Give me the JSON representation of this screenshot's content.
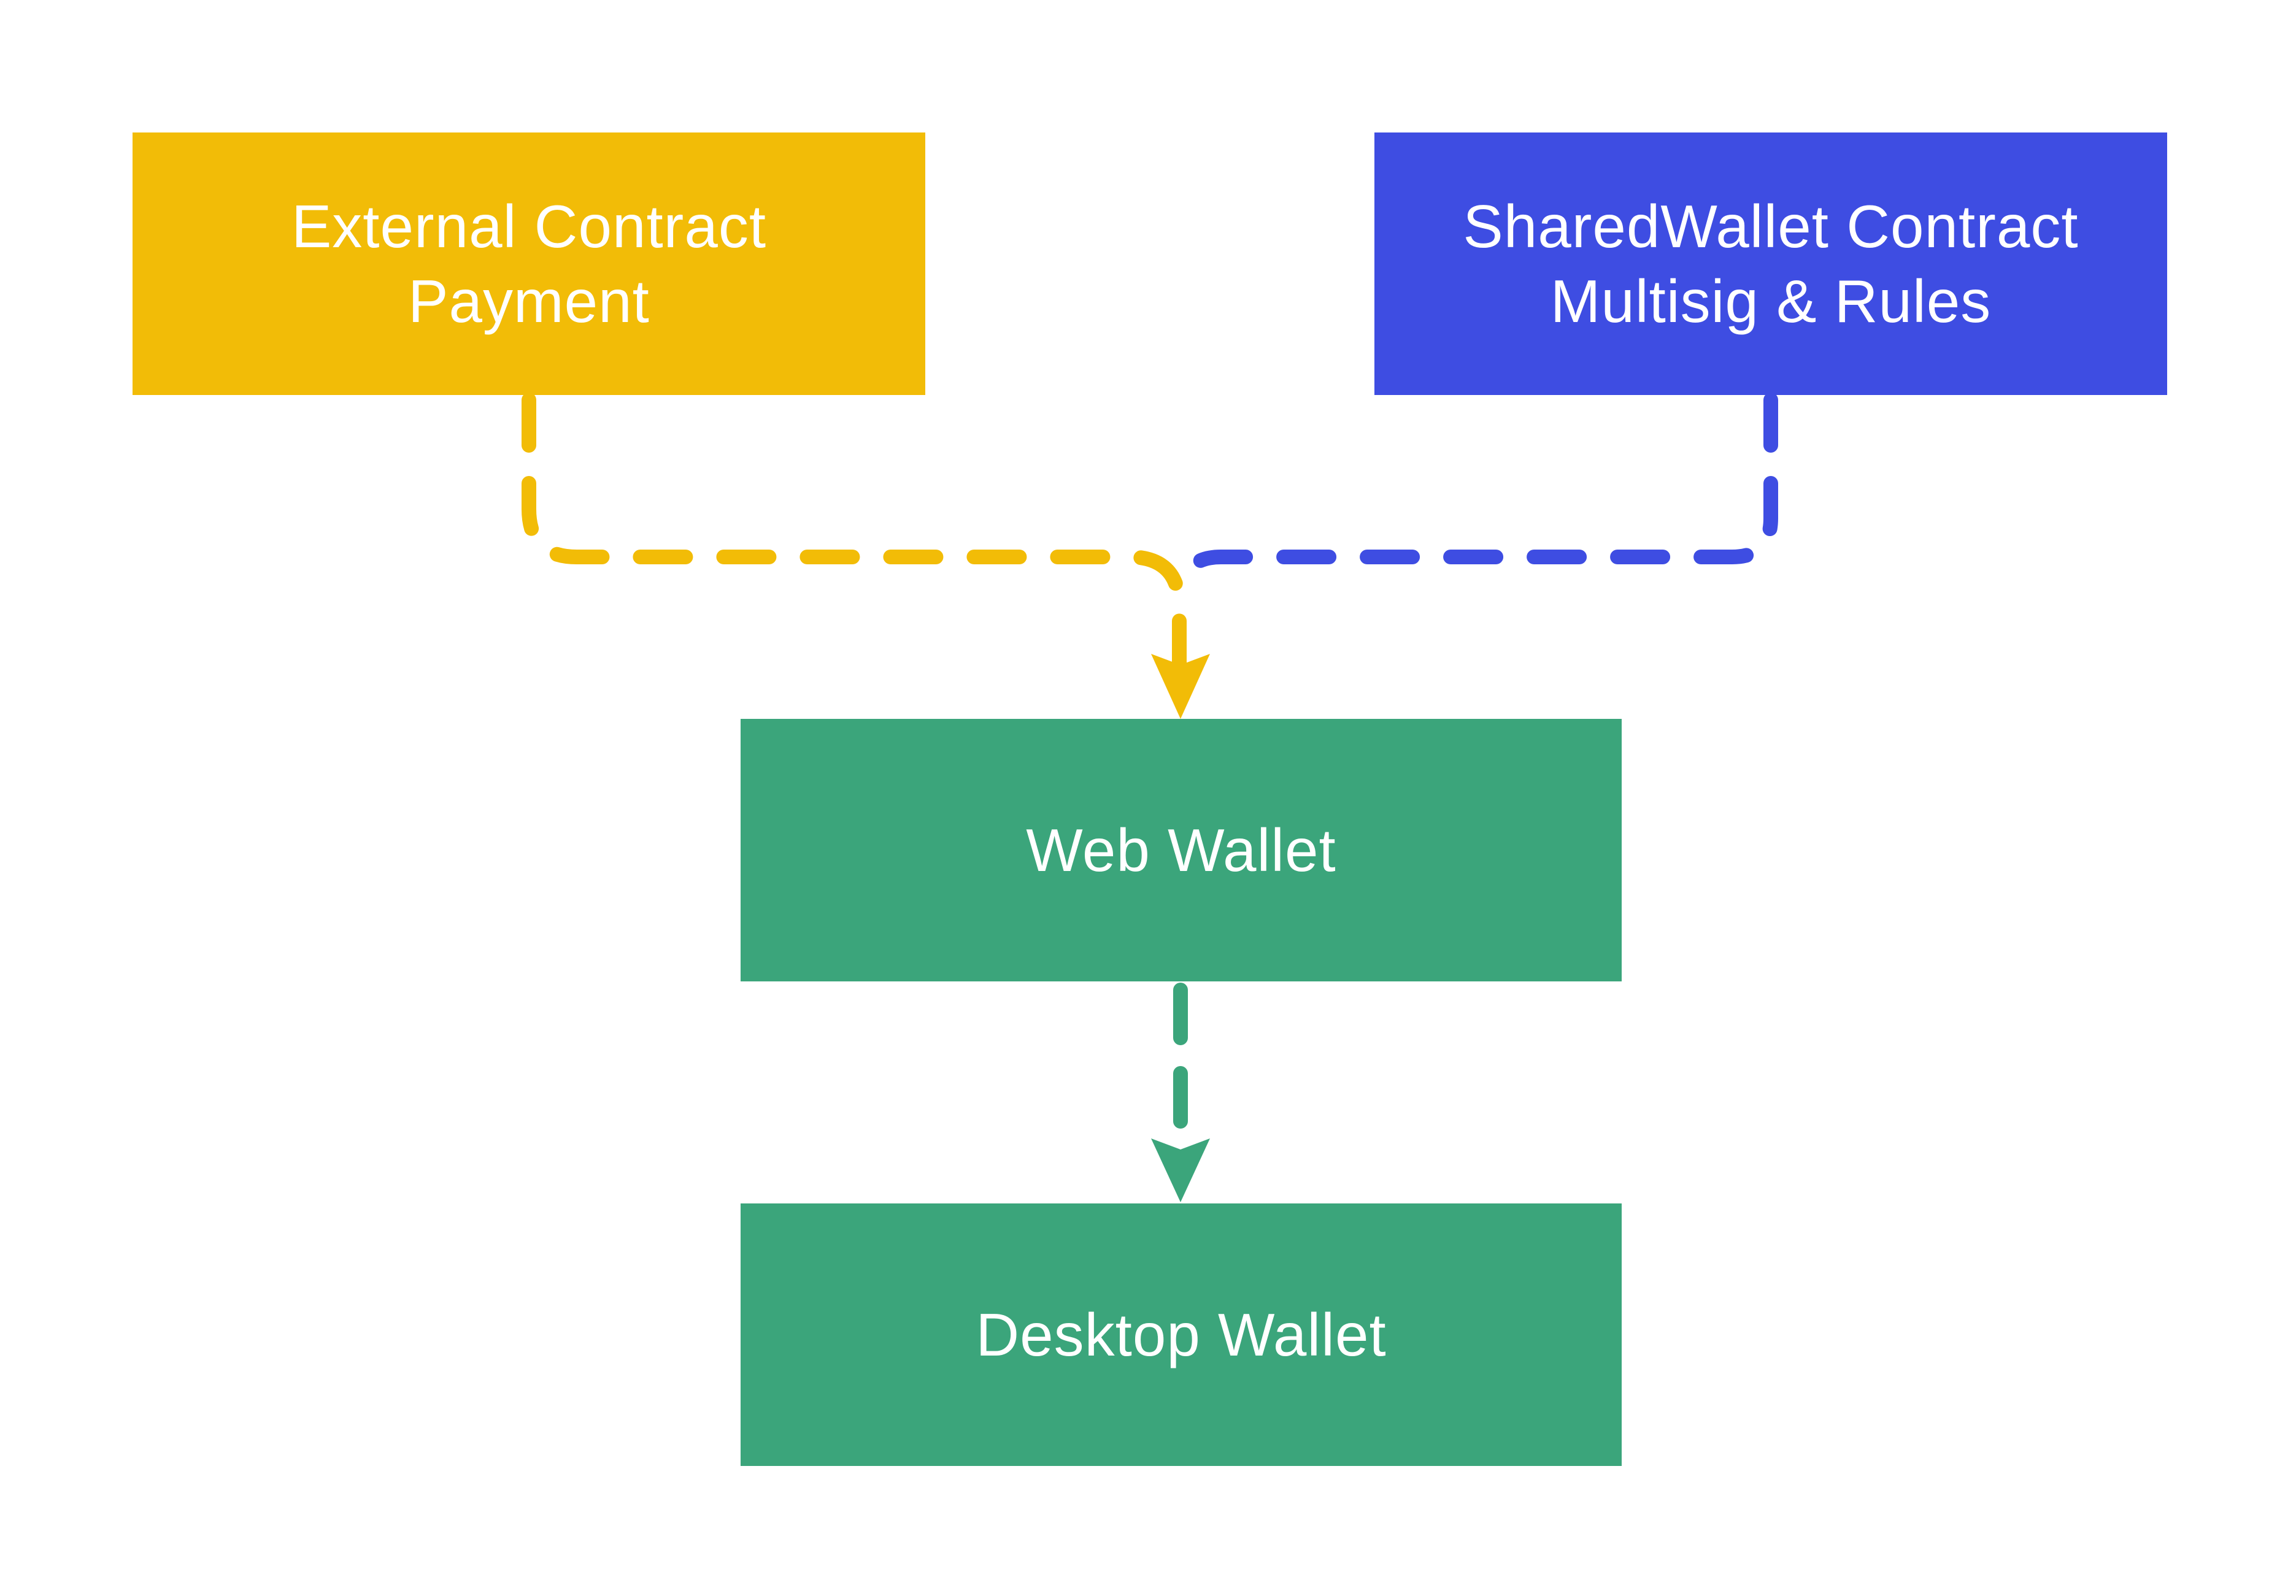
{
  "colors": {
    "background": "#ffffff",
    "external": "#f2bc07",
    "shared": "#3e4de2",
    "wallet": "#3ba57b",
    "text": "#ffffff"
  },
  "nodes": {
    "external_contract": {
      "line1": "External Contract",
      "line2": "Payment"
    },
    "shared_wallet": {
      "line1": "SharedWallet Contract",
      "line2": "Multisig & Rules"
    },
    "web_wallet": {
      "label": "Web Wallet"
    },
    "desktop_wallet": {
      "label": "Desktop Wallet"
    }
  },
  "edges": [
    {
      "from": "external_contract",
      "to": "web_wallet",
      "style": "dashed",
      "color": "#f2bc07"
    },
    {
      "from": "shared_wallet",
      "to": "web_wallet",
      "style": "dashed",
      "color": "#3e4de2"
    },
    {
      "from": "web_wallet",
      "to": "desktop_wallet",
      "style": "dashed",
      "color": "#3ba57b"
    }
  ]
}
